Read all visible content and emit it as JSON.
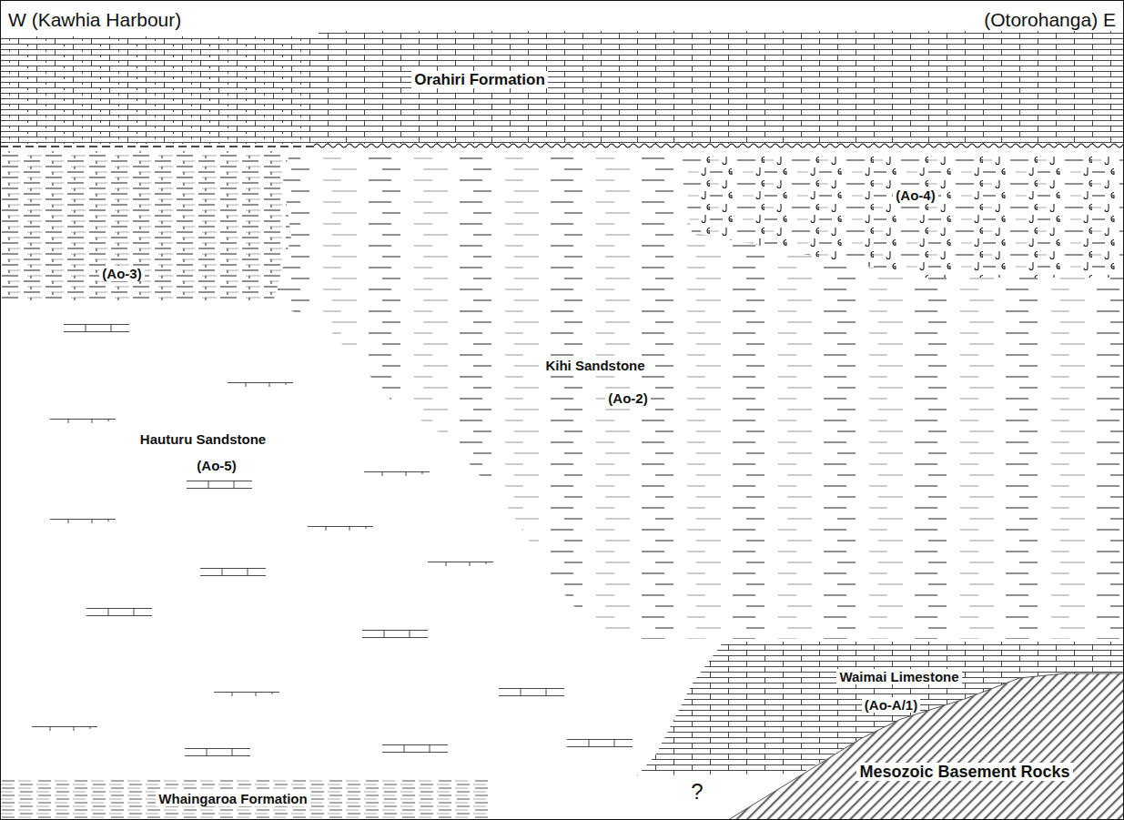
{
  "diagram": {
    "labels": [
      "W (Kawhia Harbour)",
      "(Otorohanga) E",
      "Orahiri Formation",
      "(Ao-3)",
      "(Ao-4)",
      "Kihi Sandstone",
      "(Ao-2)",
      "Hauturu Sandstone",
      "(Ao-5)",
      "Waimai Limestone",
      "(Ao-A/1)",
      "Mesozoic Basement Rocks",
      "Whaingaroa Formation",
      "?"
    ]
  }
}
